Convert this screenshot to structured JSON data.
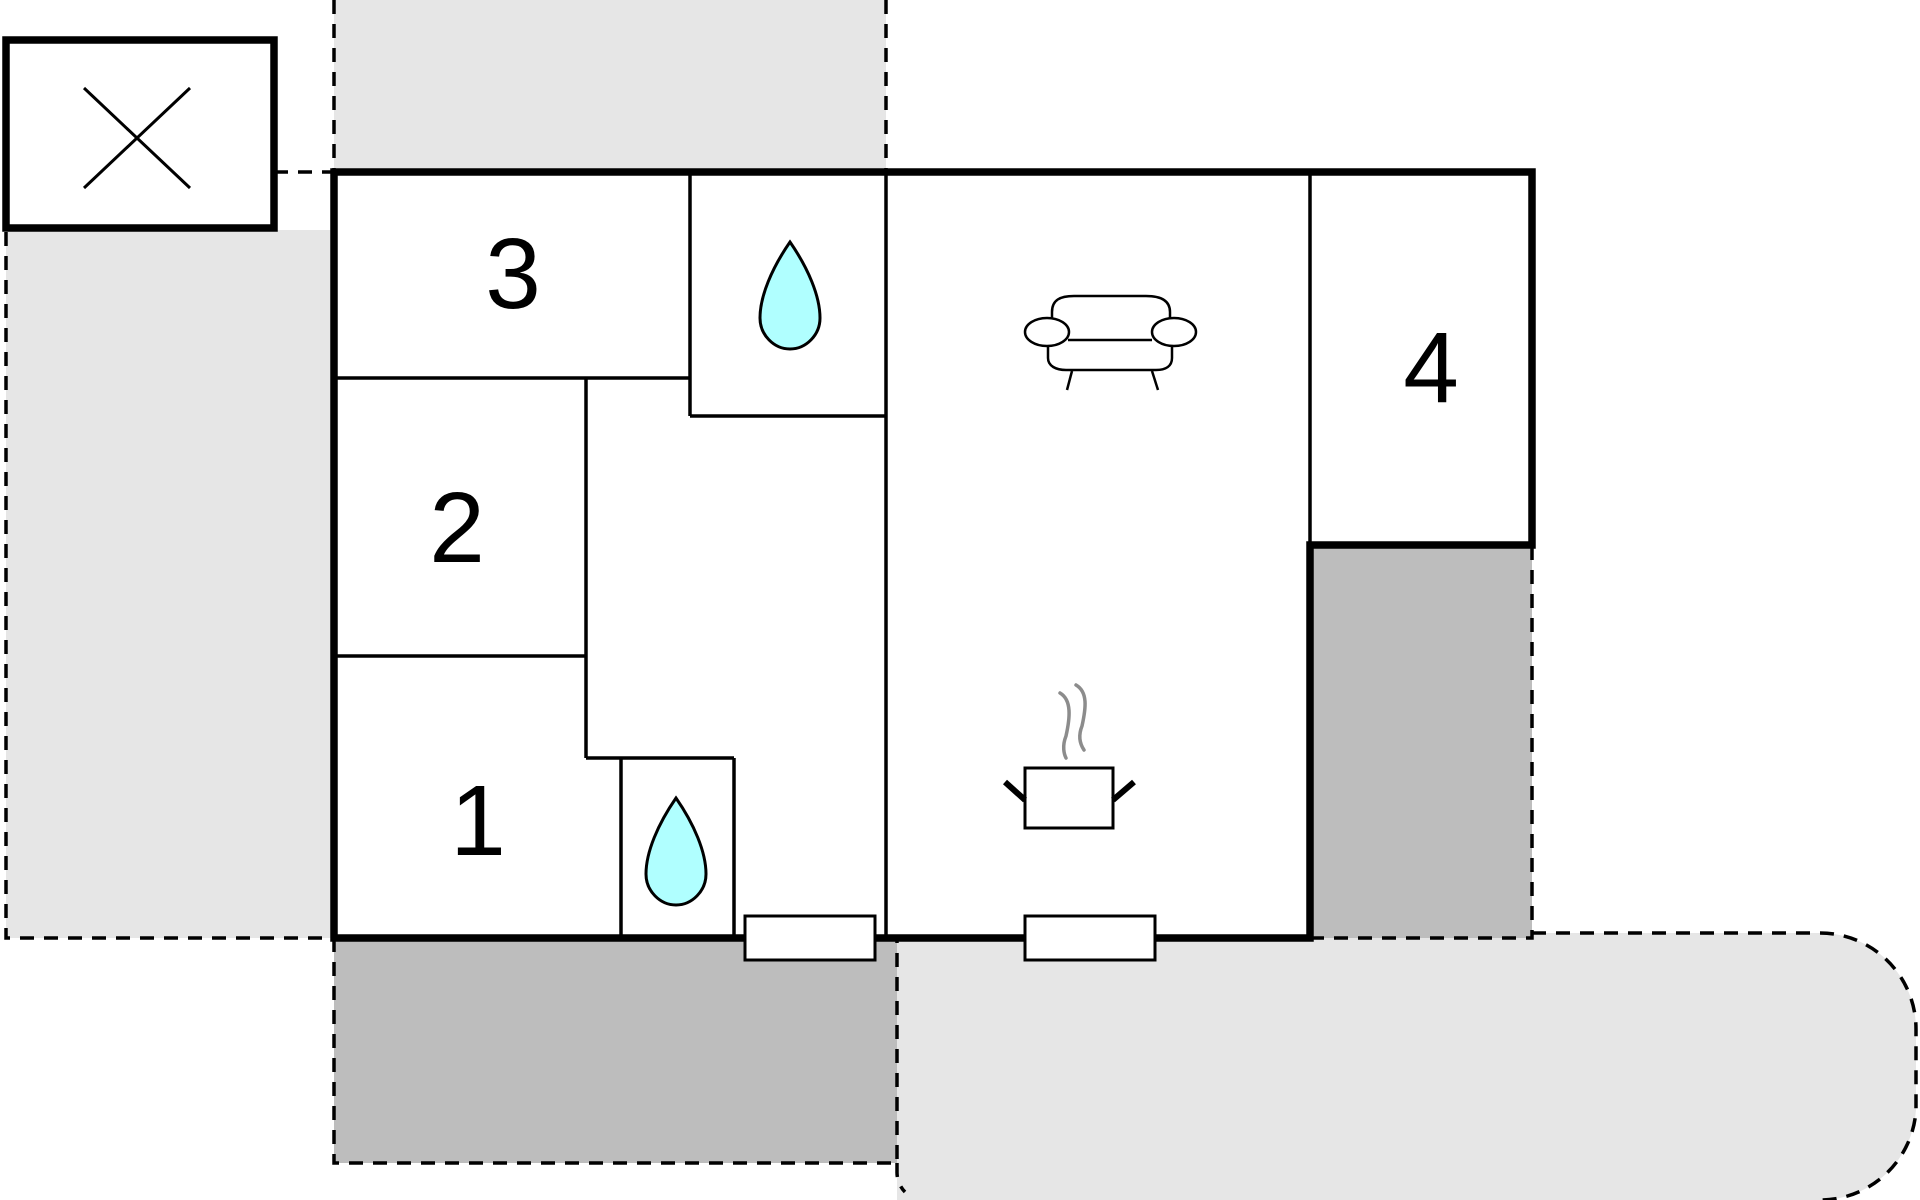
{
  "rooms": [
    {
      "id": "room-1",
      "label": "1"
    },
    {
      "id": "room-2",
      "label": "2"
    },
    {
      "id": "room-3",
      "label": "3"
    },
    {
      "id": "room-4",
      "label": "4"
    }
  ],
  "colors": {
    "terrace_light": "#e6e6e6",
    "terrace_dark": "#bdbdbd",
    "water": "#b0ffff",
    "line": "#000000",
    "steam": "#8c8c8c"
  },
  "icons": [
    "outbuilding-cross-icon",
    "bathroom-water-icon",
    "sofa-icon",
    "cooking-pot-icon",
    "door-icon"
  ]
}
